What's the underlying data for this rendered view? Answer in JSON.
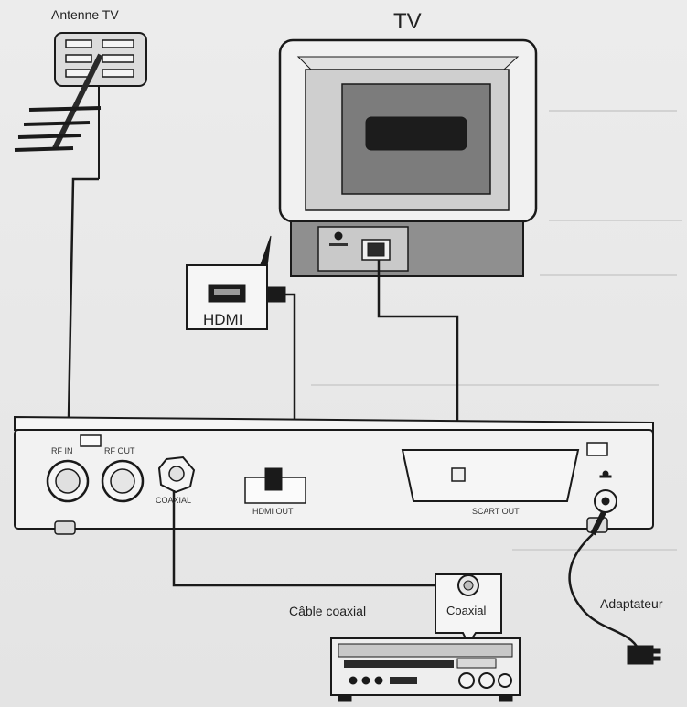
{
  "labels": {
    "antenna": "Antenne TV",
    "tv": "TV",
    "hdmi_box": "HDMI",
    "coax_cable": "Câble coaxial",
    "coaxial_bubble": "Coaxial",
    "adapter": "Adaptateur"
  },
  "ports": {
    "rf_in": "RF IN",
    "rf_out": "RF OUT",
    "coaxial": "COAXIAL",
    "hdmi_out": "HDMI OUT",
    "scart_out": "SCART OUT"
  },
  "colors": {
    "line": "#1a1a1a",
    "device_fill": "#f2f2f2",
    "tv_face": "#cdcdcd",
    "tv_screen": "#7a7a7a",
    "panel": "#9a9a9a"
  }
}
